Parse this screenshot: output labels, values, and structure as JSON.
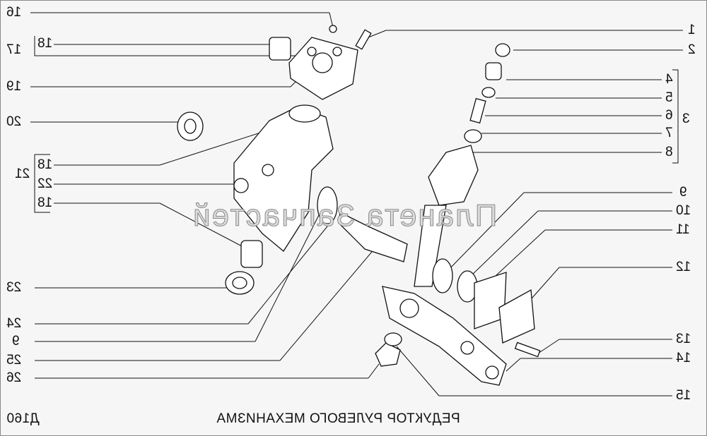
{
  "diagram": {
    "title": "РЕДУКТОР РУЛЕВОГО МЕХАНИЗМА",
    "code": "Д160",
    "watermark": "Планета Запчастей",
    "mirrored": true,
    "callouts_left": [
      "16",
      "17",
      "18",
      "19",
      "20",
      "21",
      "18",
      "22",
      "18",
      "23",
      "24",
      "9",
      "25",
      "26"
    ],
    "callouts_right": [
      "1",
      "2",
      "3",
      "4",
      "5",
      "6",
      "7",
      "8",
      "9",
      "10",
      "11",
      "12",
      "13",
      "14",
      "15"
    ]
  }
}
